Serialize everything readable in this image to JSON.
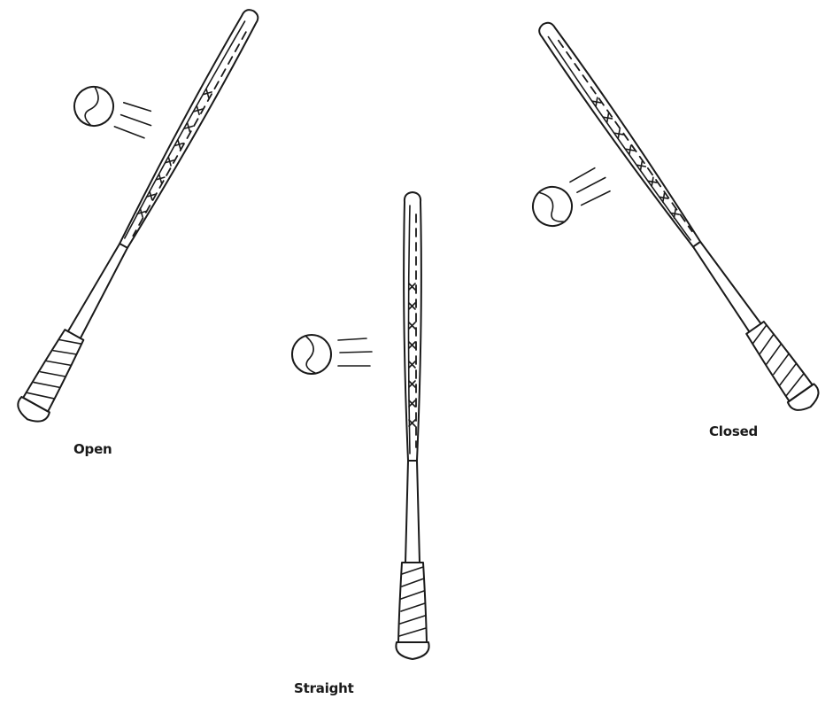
{
  "labels": {
    "open": "Open",
    "straight": "Straight",
    "closed": "Closed"
  },
  "colors": {
    "ink": "#1a1a1a",
    "background": "#ffffff"
  }
}
